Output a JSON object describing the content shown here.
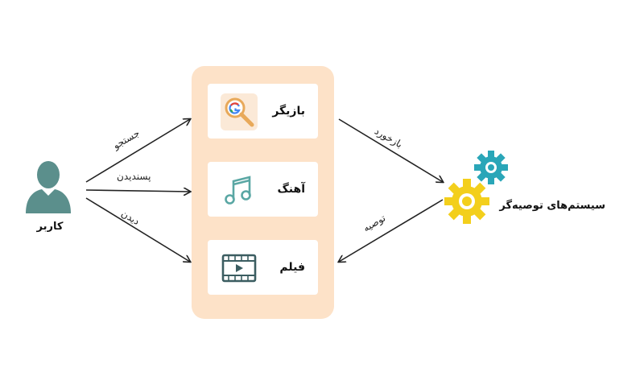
{
  "user": {
    "label": "کاربر",
    "icon": "user-silhouette-icon"
  },
  "channels": [
    {
      "id": "search-engine",
      "label": "بازیگر",
      "icon": "google-search-icon"
    },
    {
      "id": "music",
      "label": "آهنگ",
      "icon": "music-note-icon"
    },
    {
      "id": "movie",
      "label": "فیلم",
      "icon": "video-player-icon"
    }
  ],
  "recommender": {
    "label": "سیستم‌های توصیه‌گر",
    "icon": "gears-icon"
  },
  "edges": {
    "search": "جستجو",
    "like": "پسندیدن",
    "watch": "دیدن",
    "feedback": "بازخورد",
    "recommend": "توصیه"
  },
  "colors": {
    "panel": "#fde2c8",
    "user": "#5b8f8c",
    "gear_teal": "#2aa6b8",
    "gear_yellow": "#f3cf1c",
    "music": "#5aa7a4",
    "video": "#3b5d61"
  }
}
